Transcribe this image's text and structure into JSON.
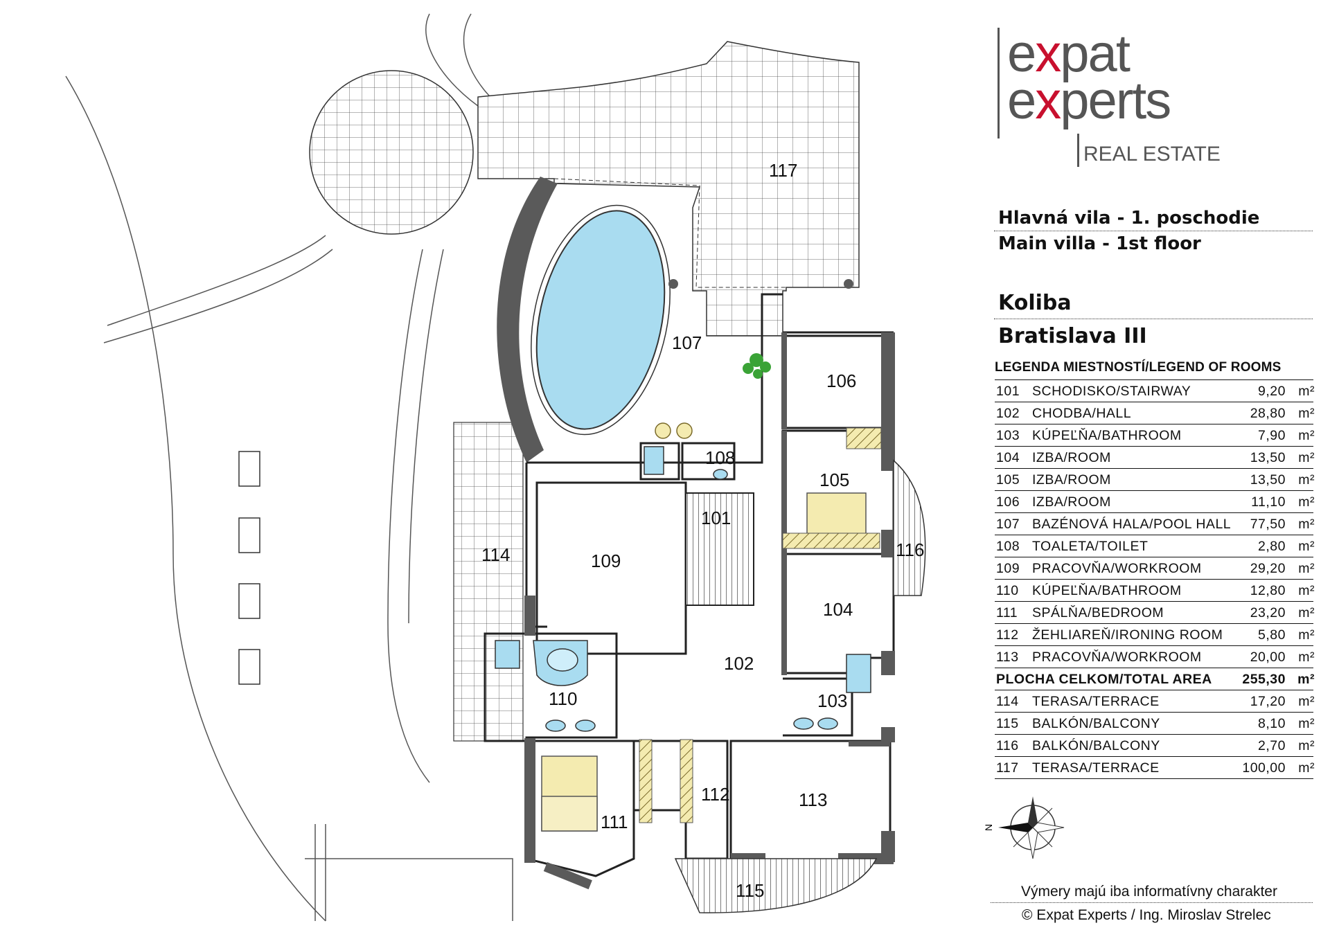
{
  "brand": {
    "line1_pre": "e",
    "line1_x": "x",
    "line1_post": "pat",
    "line2_pre": "e",
    "line2_x": "x",
    "line2_post": "perts",
    "tagline": "REAL ESTATE",
    "accent_color": "#c8102e",
    "text_color": "#555555"
  },
  "title": {
    "sk": "Hlavná vila - 1. poschodie",
    "en": "Main villa - 1st floor"
  },
  "location": {
    "area": "Koliba",
    "district": "Bratislava III"
  },
  "legend": {
    "heading": "LEGENDA MIESTNOSTÍ/LEGEND OF ROOMS",
    "unit": "m²",
    "rooms": [
      {
        "no": "101",
        "name": "SCHODISKO/STAIRWAY",
        "area": "9,20"
      },
      {
        "no": "102",
        "name": "CHODBA/HALL",
        "area": "28,80"
      },
      {
        "no": "103",
        "name": "KÚPEĽŇA/BATHROOM",
        "area": "7,90"
      },
      {
        "no": "104",
        "name": "IZBA/ROOM",
        "area": "13,50"
      },
      {
        "no": "105",
        "name": "IZBA/ROOM",
        "area": "13,50"
      },
      {
        "no": "106",
        "name": "IZBA/ROOM",
        "area": "11,10"
      },
      {
        "no": "107",
        "name": "BAZÉNOVÁ HALA/POOL HALL",
        "area": "77,50"
      },
      {
        "no": "108",
        "name": "TOALETA/TOILET",
        "area": "2,80"
      },
      {
        "no": "109",
        "name": "PRACOVŇA/WORKROOM",
        "area": "29,20"
      },
      {
        "no": "110",
        "name": "KÚPEĽŇA/BATHROOM",
        "area": "12,80"
      },
      {
        "no": "111",
        "name": "SPÁLŇA/BEDROOM",
        "area": "23,20"
      },
      {
        "no": "112",
        "name": "ŽEHLIAREŇ/IRONING ROOM",
        "area": "5,80"
      },
      {
        "no": "113",
        "name": "PRACOVŇA/WORKROOM",
        "area": "20,00"
      }
    ],
    "total": {
      "name": "PLOCHA CELKOM/TOTAL AREA",
      "area": "255,30"
    },
    "outdoor": [
      {
        "no": "114",
        "name": "TERASA/TERRACE",
        "area": "17,20"
      },
      {
        "no": "115",
        "name": "BALKÓN/BALCONY",
        "area": "8,10"
      },
      {
        "no": "116",
        "name": "BALKÓN/BALCONY",
        "area": "2,70"
      },
      {
        "no": "117",
        "name": "TERASA/TERRACE",
        "area": "100,00"
      }
    ]
  },
  "plan_labels": {
    "r101": "101",
    "r102": "102",
    "r103": "103",
    "r104": "104",
    "r105": "105",
    "r106": "106",
    "r107": "107",
    "r108": "108",
    "r109": "109",
    "r110": "110",
    "r111": "111",
    "r112": "112",
    "r113": "113",
    "r114": "114",
    "r115": "115",
    "r116": "116",
    "r117": "117"
  },
  "compass": {
    "north_label": "N"
  },
  "footer": {
    "disclaimer": "Výmery majú iba informatívny charakter",
    "copyright": "© Expat Experts / Ing. Miroslav Strelec"
  },
  "colors": {
    "pool": "#a9dcf0",
    "bed": "#f4ebb0",
    "wall": "#5a5a5a",
    "plant": "#3aa336"
  }
}
